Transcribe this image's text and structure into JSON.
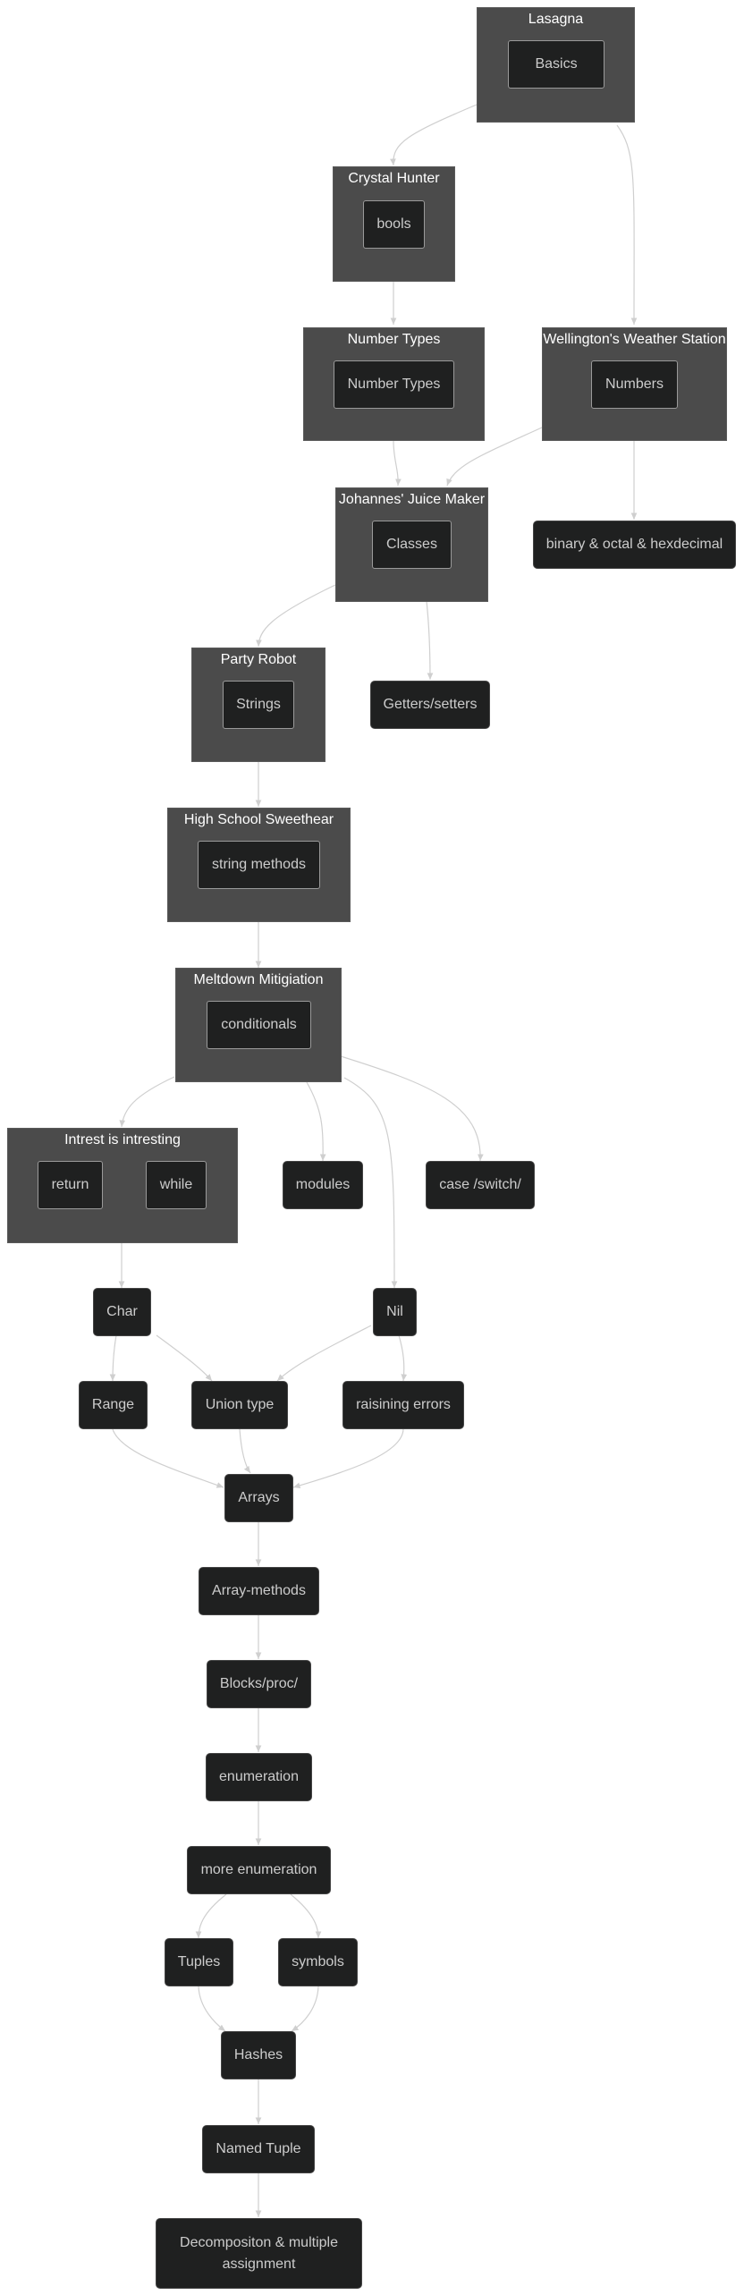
{
  "clusters": {
    "lasagna": "Lasagna",
    "crystal_hunter": "Crystal Hunter",
    "number_types": "Number Types",
    "wellington": "Wellington's Weather Station",
    "johannes": "Johannes' Juice Maker",
    "party_robot": "Party Robot",
    "high_school": "High School Sweethear",
    "meltdown": "Meltdown Mitigiation",
    "intrest": "Intrest is intresting"
  },
  "nodes": {
    "basics": "Basics",
    "bools": "bools",
    "number_types": "Number Types",
    "numbers": "Numbers",
    "binary": "binary & octal & hexdecimal",
    "classes": "Classes",
    "strings": "Strings",
    "getters": "Getters/setters",
    "string_methods": "string methods",
    "conditionals": "conditionals",
    "return": "return",
    "while": "while",
    "modules": "modules",
    "case": "case /switch/",
    "char": "Char",
    "nil": "Nil",
    "range": "Range",
    "union": "Union type",
    "raising": "raisining errors",
    "arrays": "Arrays",
    "array_methods": "Array-methods",
    "blocks": "Blocks/proc/",
    "enumeration": "enumeration",
    "more_enumeration": "more enumeration",
    "tuples": "Tuples",
    "symbols": "symbols",
    "hashes": "Hashes",
    "named_tuple": "Named Tuple",
    "decomposition_line1": "Decompositon & multiple",
    "decomposition_line2": "assignment"
  },
  "colors": {
    "cluster_fill": "#4b4b4b",
    "node_fill": "#1f2020",
    "edge": "#cfcfcf",
    "text": "#cccccc"
  }
}
